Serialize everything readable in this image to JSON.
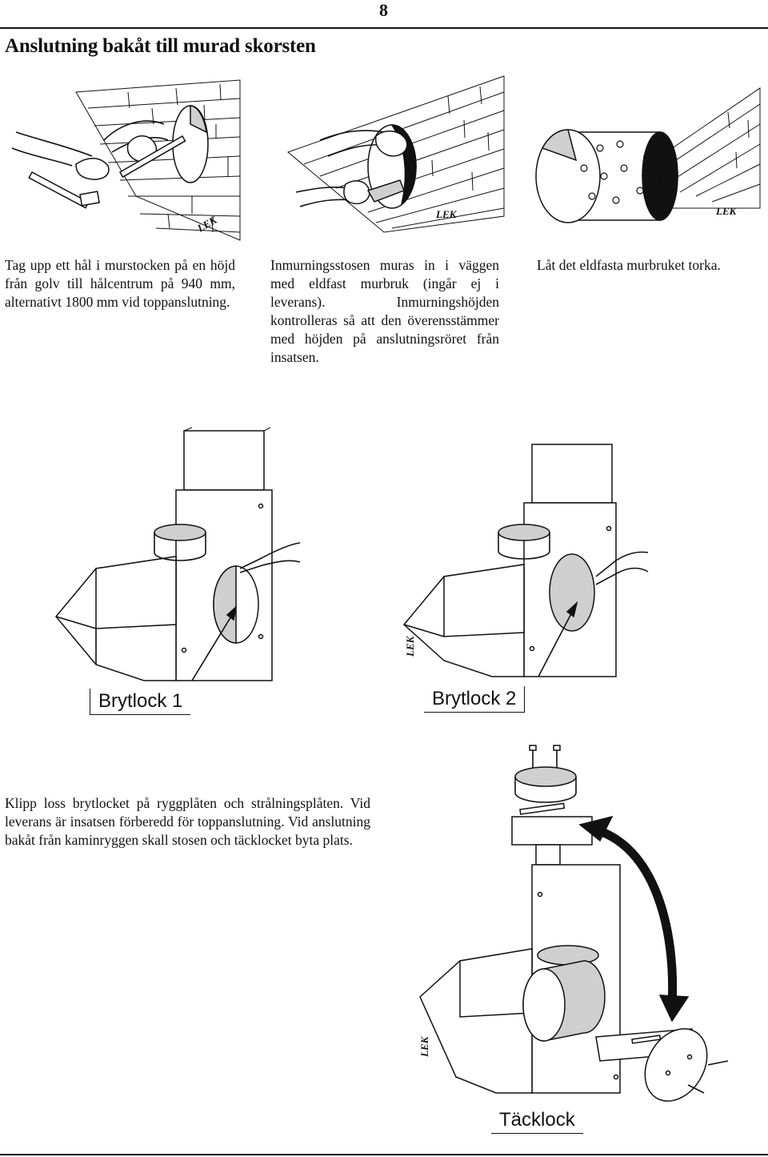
{
  "page": {
    "number": "8"
  },
  "title": "Anslutning bakåt till murad skorsten",
  "steps": [
    {
      "text": "Tag upp ett hål i murstocken på en höjd från golv till hålcentrum på 940 mm, alternativt 1800 mm vid toppanslutning."
    },
    {
      "text": "Inmurningsstosen muras in i väggen med eldfast murbruk (ingår ej i leverans). Inmurningshöjden kontrolleras så att den överensstämmer med höjden på anslutningsröret från insatsen."
    },
    {
      "text": "Låt det eldfasta murbruket torka."
    }
  ],
  "labels": {
    "brytlock1": "Brytlock 1",
    "brytlock2": "Brytlock 2",
    "tacklock": "Täcklock"
  },
  "break_instructions": "Klipp loss brytlocket på ryggplåten och strålningsplåten. Vid leverans är insatsen förberedd för toppanslutning. Vid anslutning bakåt från kaminryggen skall stosen och täcklocket byta plats.",
  "watermark": "LEK",
  "colors": {
    "ink": "#111111",
    "shade": "#cfcfcf"
  }
}
